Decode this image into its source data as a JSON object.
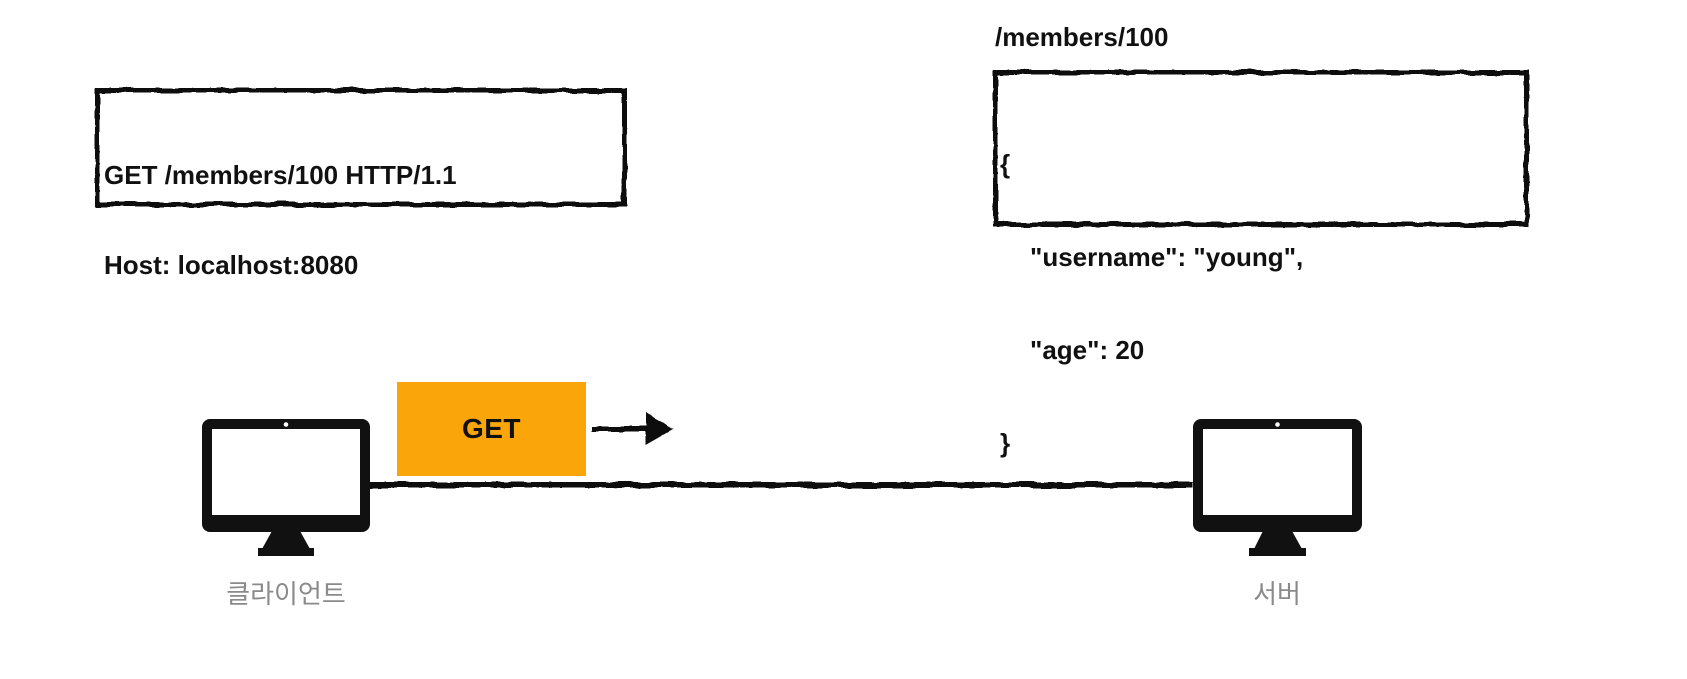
{
  "colors": {
    "canvas-bg": "#FFFFFF",
    "ink": "#111111",
    "method-bg": "#FAA50A",
    "muted-label": "#8A8A8A"
  },
  "request_box": {
    "line1": "GET /members/100 HTTP/1.1",
    "line2": "Host: localhost:8080"
  },
  "response_box": {
    "path_label": "/members/100",
    "json_line1": "{",
    "json_line2": "\"username\": \"young\",",
    "json_line3": "\"age\": 20",
    "json_line4": "}"
  },
  "flow": {
    "method_label": "GET"
  },
  "nodes": {
    "client_label": "클라이언트",
    "server_label": "서버"
  }
}
